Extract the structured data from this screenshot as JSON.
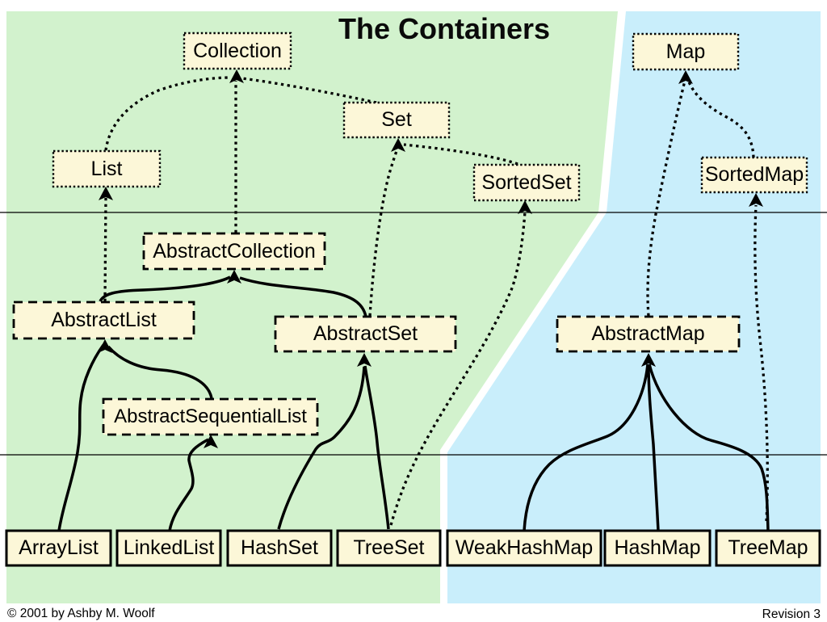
{
  "title": "The Containers",
  "footer": {
    "copyright": "© 2001 by Ashby M. Woolf",
    "revision": "Revision 3"
  },
  "colors": {
    "collection_region": "#d2f2cd",
    "map_region": "#c9eefb",
    "node_fill": "#fcf7d8",
    "line": "#000000"
  },
  "nodes": {
    "collection": {
      "label": "Collection",
      "kind": "interface"
    },
    "map": {
      "label": "Map",
      "kind": "interface"
    },
    "set": {
      "label": "Set",
      "kind": "interface"
    },
    "list": {
      "label": "List",
      "kind": "interface"
    },
    "sortedset": {
      "label": "SortedSet",
      "kind": "interface"
    },
    "sortedmap": {
      "label": "SortedMap",
      "kind": "interface"
    },
    "abstractcollection": {
      "label": "AbstractCollection",
      "kind": "abstract"
    },
    "abstractlist": {
      "label": "AbstractList",
      "kind": "abstract"
    },
    "abstractset": {
      "label": "AbstractSet",
      "kind": "abstract"
    },
    "abstractmap": {
      "label": "AbstractMap",
      "kind": "abstract"
    },
    "abstractsequentiallist": {
      "label": "AbstractSequentialList",
      "kind": "abstract"
    },
    "arraylist": {
      "label": "ArrayList",
      "kind": "concrete"
    },
    "linkedlist": {
      "label": "LinkedList",
      "kind": "concrete"
    },
    "hashset": {
      "label": "HashSet",
      "kind": "concrete"
    },
    "treeset": {
      "label": "TreeSet",
      "kind": "concrete"
    },
    "weakhashmap": {
      "label": "WeakHashMap",
      "kind": "concrete"
    },
    "hashmap": {
      "label": "HashMap",
      "kind": "concrete"
    },
    "treemap": {
      "label": "TreeMap",
      "kind": "concrete"
    }
  },
  "edges": [
    {
      "from": "List",
      "to": "Collection",
      "style": "dotted"
    },
    {
      "from": "Set",
      "to": "Collection",
      "style": "dotted"
    },
    {
      "from": "SortedSet",
      "to": "Set",
      "style": "dotted"
    },
    {
      "from": "SortedMap",
      "to": "Map",
      "style": "dotted"
    },
    {
      "from": "AbstractCollection",
      "to": "Collection",
      "style": "dotted"
    },
    {
      "from": "AbstractList",
      "to": "List",
      "style": "dotted"
    },
    {
      "from": "AbstractSet",
      "to": "Set",
      "style": "dotted"
    },
    {
      "from": "AbstractMap",
      "to": "Map",
      "style": "dotted"
    },
    {
      "from": "TreeSet",
      "to": "SortedSet",
      "style": "dotted"
    },
    {
      "from": "TreeMap",
      "to": "SortedMap",
      "style": "dotted"
    },
    {
      "from": "AbstractList",
      "to": "AbstractCollection",
      "style": "solid"
    },
    {
      "from": "AbstractSet",
      "to": "AbstractCollection",
      "style": "solid"
    },
    {
      "from": "AbstractSequentialList",
      "to": "AbstractList",
      "style": "solid"
    },
    {
      "from": "ArrayList",
      "to": "AbstractList",
      "style": "solid"
    },
    {
      "from": "LinkedList",
      "to": "AbstractSequentialList",
      "style": "solid"
    },
    {
      "from": "HashSet",
      "to": "AbstractSet",
      "style": "solid"
    },
    {
      "from": "TreeSet",
      "to": "AbstractSet",
      "style": "solid"
    },
    {
      "from": "WeakHashMap",
      "to": "AbstractMap",
      "style": "solid"
    },
    {
      "from": "HashMap",
      "to": "AbstractMap",
      "style": "solid"
    },
    {
      "from": "TreeMap",
      "to": "AbstractMap",
      "style": "solid"
    }
  ]
}
